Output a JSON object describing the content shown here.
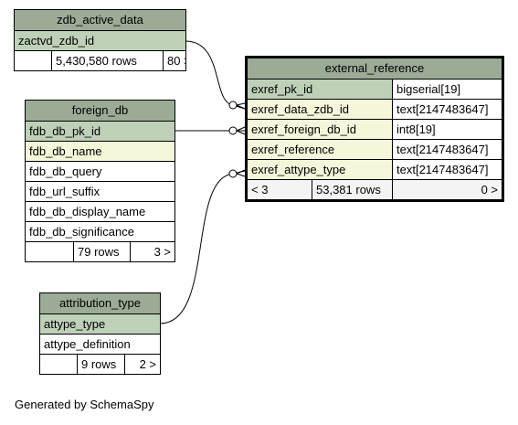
{
  "footer": "Generated by SchemaSpy",
  "zdb_active_data": {
    "name": "zdb_active_data",
    "columns": [
      "zactvd_zdb_id"
    ],
    "stats": {
      "rows": "5,430,580 rows",
      "children": "80 >"
    }
  },
  "foreign_db": {
    "name": "foreign_db",
    "columns": [
      "fdb_db_pk_id",
      "fdb_db_name",
      "fdb_db_query",
      "fdb_url_suffix",
      "fdb_db_display_name",
      "fdb_db_significance"
    ],
    "stats": {
      "rows": "79 rows",
      "children": "3 >"
    }
  },
  "attribution_type": {
    "name": "attribution_type",
    "columns": [
      "attype_type",
      "attype_definition"
    ],
    "stats": {
      "rows": "9 rows",
      "children": "2 >"
    }
  },
  "external_reference": {
    "name": "external_reference",
    "columns": [
      {
        "name": "exref_pk_id",
        "type": "bigserial[19]"
      },
      {
        "name": "exref_data_zdb_id",
        "type": "text[2147483647]"
      },
      {
        "name": "exref_foreign_db_id",
        "type": "int8[19]"
      },
      {
        "name": "exref_reference",
        "type": "text[2147483647]"
      },
      {
        "name": "exref_attype_type",
        "type": "text[2147483647]"
      }
    ],
    "stats": {
      "parents": "< 3",
      "rows": "53,381 rows",
      "children": "0 >"
    }
  },
  "colors": {
    "header": "#9bab96",
    "primary_key": "#bed1b8",
    "foreign_key": "#f4f7da"
  }
}
